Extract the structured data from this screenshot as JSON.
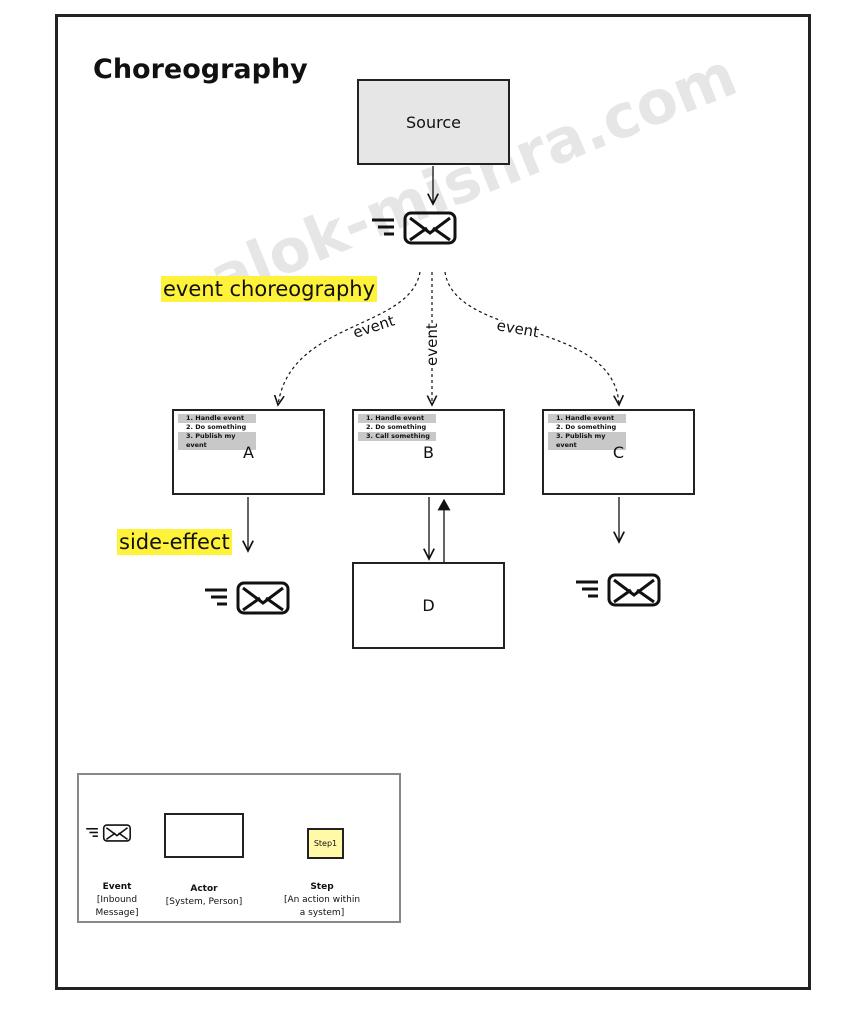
{
  "title": "Choreography",
  "watermark": "alok-mishra.com",
  "source": {
    "label": "Source"
  },
  "labels": {
    "event_choreography": "event choreography",
    "side_effect": "side-effect",
    "event": "event"
  },
  "actors": [
    {
      "label": "A",
      "steps": [
        "1. Handle event",
        "2. Do something",
        "3. Publish my event"
      ]
    },
    {
      "label": "B",
      "steps": [
        "1. Handle event",
        "2. Do something",
        "3. Call something"
      ]
    },
    {
      "label": "C",
      "steps": [
        "1. Handle event",
        "2. Do something",
        "3. Publish my event"
      ]
    }
  ],
  "d": {
    "label": "D"
  },
  "legend": {
    "event": {
      "title": "Event",
      "desc1": "[Inbound",
      "desc2": "Message]"
    },
    "actor": {
      "title": "Actor",
      "desc1": "[System, Person]"
    },
    "step": {
      "title": "Step",
      "desc1": "[An action within",
      "desc2": "a system]",
      "sample": "Step1"
    }
  },
  "colors": {
    "highlight": "#fff23a",
    "source_fill": "#e6e6e6",
    "step_fill": "#fff9a8"
  }
}
